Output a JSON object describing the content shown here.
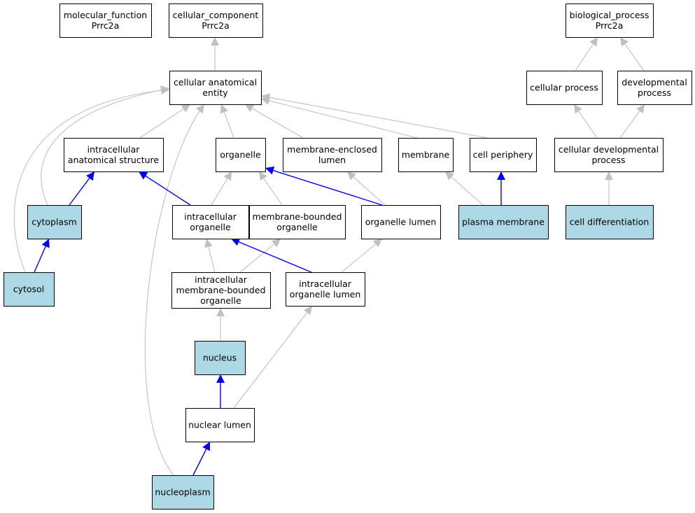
{
  "colors": {
    "background": "#ffffff",
    "node_default_fill": "#ffffff",
    "node_annotated_fill": "#add8e6",
    "node_border": "#000000",
    "edge_default": "#c0c0c0",
    "edge_annotation_path": "#0000ff"
  },
  "nodes": [
    {
      "id": "molecular_function",
      "lines": [
        "molecular_function",
        "Prrc2a"
      ],
      "annotated": false
    },
    {
      "id": "cellular_component",
      "lines": [
        "cellular_component",
        "Prrc2a"
      ],
      "annotated": false
    },
    {
      "id": "biological_process",
      "lines": [
        "biological_process",
        "Prrc2a"
      ],
      "annotated": false
    },
    {
      "id": "cellular_anatomical_entity",
      "lines": [
        "cellular anatomical",
        "entity"
      ],
      "annotated": false
    },
    {
      "id": "cellular_process",
      "lines": [
        "cellular process"
      ],
      "annotated": false
    },
    {
      "id": "developmental_process",
      "lines": [
        "developmental",
        "process"
      ],
      "annotated": false
    },
    {
      "id": "intracellular_anatomical_structure",
      "lines": [
        "intracellular",
        "anatomical structure"
      ],
      "annotated": false
    },
    {
      "id": "organelle",
      "lines": [
        "organelle"
      ],
      "annotated": false
    },
    {
      "id": "membrane_enclosed_lumen",
      "lines": [
        "membrane-enclosed",
        "lumen"
      ],
      "annotated": false
    },
    {
      "id": "membrane",
      "lines": [
        "membrane"
      ],
      "annotated": false
    },
    {
      "id": "cell_periphery",
      "lines": [
        "cell periphery"
      ],
      "annotated": false
    },
    {
      "id": "cellular_developmental_process",
      "lines": [
        "cellular developmental",
        "process"
      ],
      "annotated": false
    },
    {
      "id": "cytoplasm",
      "lines": [
        "cytoplasm"
      ],
      "annotated": true
    },
    {
      "id": "intracellular_organelle",
      "lines": [
        "intracellular",
        "organelle"
      ],
      "annotated": false
    },
    {
      "id": "membrane_bounded_organelle",
      "lines": [
        "membrane-bounded",
        "organelle"
      ],
      "annotated": false
    },
    {
      "id": "organelle_lumen",
      "lines": [
        "organelle lumen"
      ],
      "annotated": false
    },
    {
      "id": "plasma_membrane",
      "lines": [
        "plasma membrane"
      ],
      "annotated": true
    },
    {
      "id": "cell_differentiation",
      "lines": [
        "cell differentiation"
      ],
      "annotated": true
    },
    {
      "id": "cytosol",
      "lines": [
        "cytosol"
      ],
      "annotated": true
    },
    {
      "id": "intracellular_membrane_bounded_organelle",
      "lines": [
        "intracellular",
        "membrane-bounded",
        "organelle"
      ],
      "annotated": false
    },
    {
      "id": "intracellular_organelle_lumen",
      "lines": [
        "intracellular",
        "organelle lumen"
      ],
      "annotated": false
    },
    {
      "id": "nucleus",
      "lines": [
        "nucleus"
      ],
      "annotated": true
    },
    {
      "id": "nuclear_lumen",
      "lines": [
        "nuclear lumen"
      ],
      "annotated": false
    },
    {
      "id": "nucleoplasm",
      "lines": [
        "nucleoplasm"
      ],
      "annotated": true
    }
  ],
  "edges": [
    {
      "from": "cellular_anatomical_entity",
      "to": "cellular_component",
      "highlighted": false
    },
    {
      "from": "cellular_process",
      "to": "biological_process",
      "highlighted": false
    },
    {
      "from": "developmental_process",
      "to": "biological_process",
      "highlighted": false
    },
    {
      "from": "intracellular_anatomical_structure",
      "to": "cellular_anatomical_entity",
      "highlighted": false
    },
    {
      "from": "cytoplasm",
      "to": "cellular_anatomical_entity",
      "highlighted": false
    },
    {
      "from": "cytosol",
      "to": "cellular_anatomical_entity",
      "highlighted": false
    },
    {
      "from": "organelle",
      "to": "cellular_anatomical_entity",
      "highlighted": false
    },
    {
      "from": "membrane_enclosed_lumen",
      "to": "cellular_anatomical_entity",
      "highlighted": false
    },
    {
      "from": "membrane",
      "to": "cellular_anatomical_entity",
      "highlighted": false
    },
    {
      "from": "cell_periphery",
      "to": "cellular_anatomical_entity",
      "highlighted": false
    },
    {
      "from": "nucleoplasm",
      "to": "cellular_anatomical_entity",
      "highlighted": false
    },
    {
      "from": "cellular_developmental_process",
      "to": "cellular_process",
      "highlighted": false
    },
    {
      "from": "cellular_developmental_process",
      "to": "developmental_process",
      "highlighted": false
    },
    {
      "from": "cytoplasm",
      "to": "intracellular_anatomical_structure",
      "highlighted": true
    },
    {
      "from": "intracellular_organelle",
      "to": "intracellular_anatomical_structure",
      "highlighted": true
    },
    {
      "from": "intracellular_organelle",
      "to": "organelle",
      "highlighted": false
    },
    {
      "from": "membrane_bounded_organelle",
      "to": "organelle",
      "highlighted": false
    },
    {
      "from": "organelle_lumen",
      "to": "organelle",
      "highlighted": true
    },
    {
      "from": "organelle_lumen",
      "to": "membrane_enclosed_lumen",
      "highlighted": false
    },
    {
      "from": "plasma_membrane",
      "to": "membrane",
      "highlighted": false
    },
    {
      "from": "plasma_membrane",
      "to": "cell_periphery",
      "highlighted": true
    },
    {
      "from": "cell_differentiation",
      "to": "cellular_developmental_process",
      "highlighted": false
    },
    {
      "from": "cytosol",
      "to": "cytoplasm",
      "highlighted": true
    },
    {
      "from": "intracellular_membrane_bounded_organelle",
      "to": "intracellular_organelle",
      "highlighted": false
    },
    {
      "from": "intracellular_membrane_bounded_organelle",
      "to": "membrane_bounded_organelle",
      "highlighted": false
    },
    {
      "from": "intracellular_organelle_lumen",
      "to": "intracellular_organelle",
      "highlighted": true
    },
    {
      "from": "intracellular_organelle_lumen",
      "to": "organelle_lumen",
      "highlighted": false
    },
    {
      "from": "nucleus",
      "to": "intracellular_membrane_bounded_organelle",
      "highlighted": false
    },
    {
      "from": "nuclear_lumen",
      "to": "nucleus",
      "highlighted": true
    },
    {
      "from": "nuclear_lumen",
      "to": "intracellular_organelle_lumen",
      "highlighted": false
    },
    {
      "from": "nucleoplasm",
      "to": "nuclear_lumen",
      "highlighted": true
    }
  ]
}
